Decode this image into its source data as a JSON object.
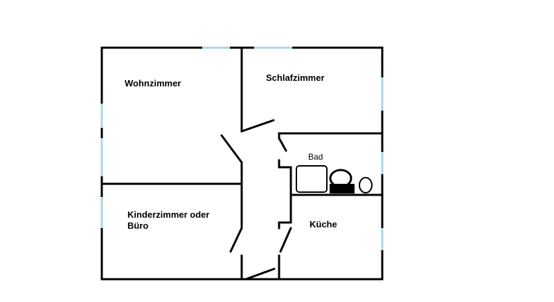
{
  "rooms": {
    "wohnzimmer": "Wohnzimmer",
    "schlafzimmer": "Schlafzimmer",
    "bad": "Bad",
    "kinderzimmer_line1": "Kinderzimmer oder",
    "kinderzimmer_line2": "Büro",
    "kueche": "Küche"
  },
  "colors": {
    "wall": "#000000",
    "window": "#a8d8e8",
    "background": "#ffffff"
  }
}
